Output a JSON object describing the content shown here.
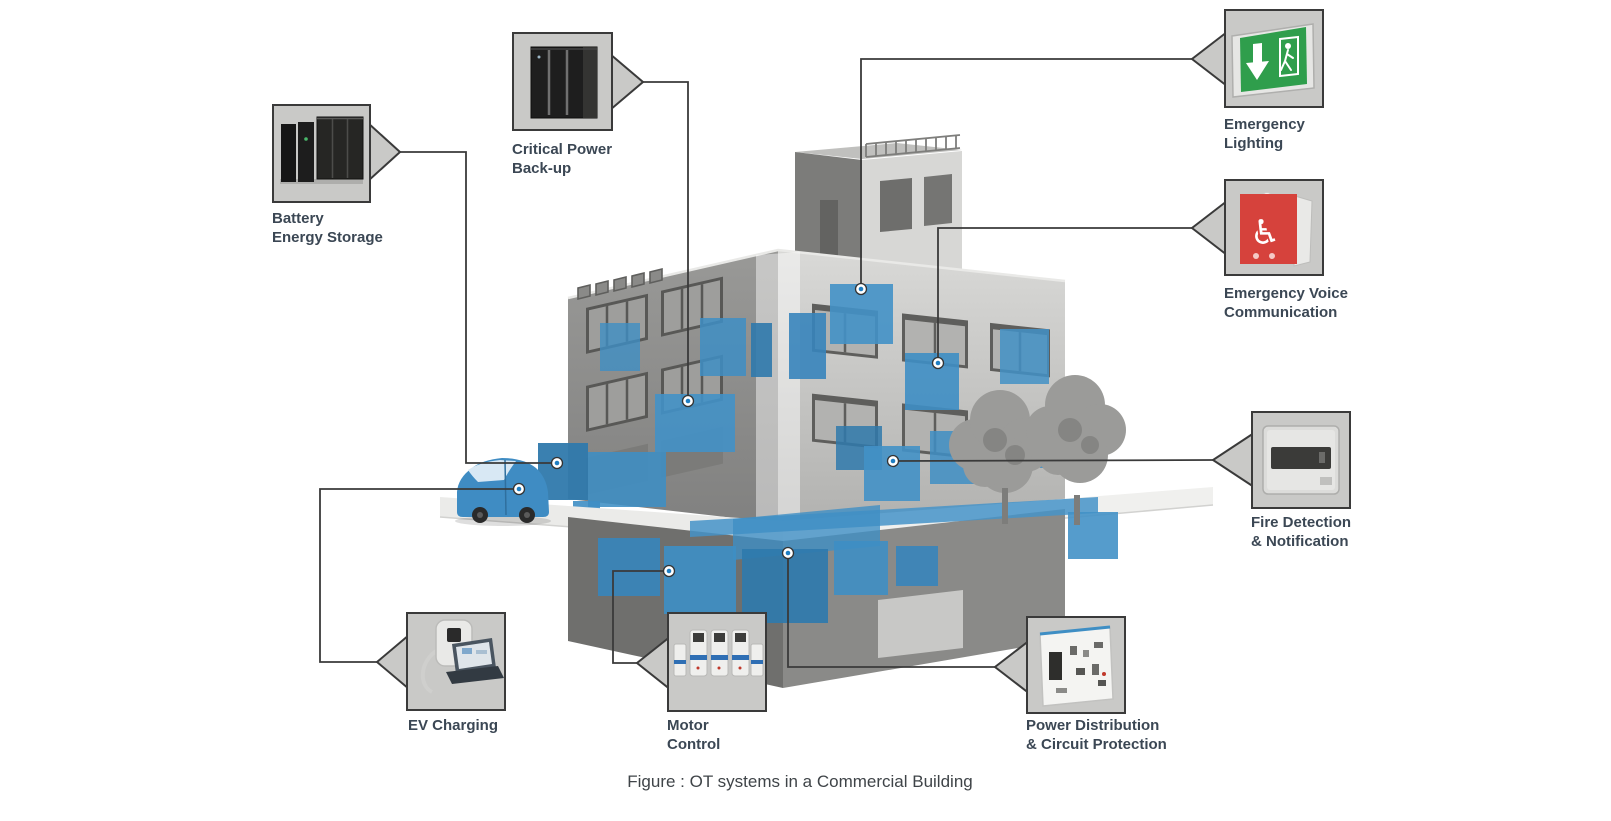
{
  "caption": "Figure : OT systems in a Commercial Building",
  "callouts": [
    {
      "name": "battery-energy-storage",
      "label_line1": "Battery",
      "label_line2": "Energy Storage",
      "icon": "battery-cabinets-photo"
    },
    {
      "name": "critical-power-backup",
      "label_line1": "Critical Power",
      "label_line2": "Back-up",
      "icon": "ups-cabinet-photo"
    },
    {
      "name": "emergency-lighting",
      "label_line1": "Emergency",
      "label_line2": "Lighting",
      "icon": "exit-sign-photo"
    },
    {
      "name": "emergency-voice-communication",
      "label_line1": "Emergency Voice",
      "label_line2": "Communication",
      "icon": "voice-alarm-panel-photo"
    },
    {
      "name": "fire-detection-notification",
      "label_line1": "Fire Detection",
      "label_line2": "& Notification",
      "icon": "fire-panel-photo"
    },
    {
      "name": "ev-charging",
      "label_line1": "EV Charging",
      "label_line2": "",
      "icon": "ev-charger-and-laptop-photo"
    },
    {
      "name": "motor-control",
      "label_line1": "Motor",
      "label_line2": "Control",
      "icon": "variable-speed-drives-photo"
    },
    {
      "name": "power-distribution-circuit-protection",
      "label_line1": "Power Distribution",
      "label_line2": "& Circuit Protection",
      "icon": "switchboard-photo"
    }
  ],
  "building": {
    "subject": "commercial-building-cutaway-illustration",
    "highlighted_equipment_color": "#3E8EC4"
  },
  "colors": {
    "accent_blue": "#3E8EC4",
    "callout_box_fill": "#C9C9C7",
    "callout_box_border": "#3A3A3A",
    "connector_line": "#3A3A3A",
    "connector_dot_fill": "#FFFFFF",
    "connector_dot_center": "#1F7EC2",
    "label_text": "#3B4754",
    "caption_text": "#3F4448",
    "exit_sign_green": "#2F9E4C",
    "alarm_panel_red": "#D6423C",
    "building_gray_dark": "#8E8E8C",
    "building_gray_light": "#C8C8C6"
  }
}
